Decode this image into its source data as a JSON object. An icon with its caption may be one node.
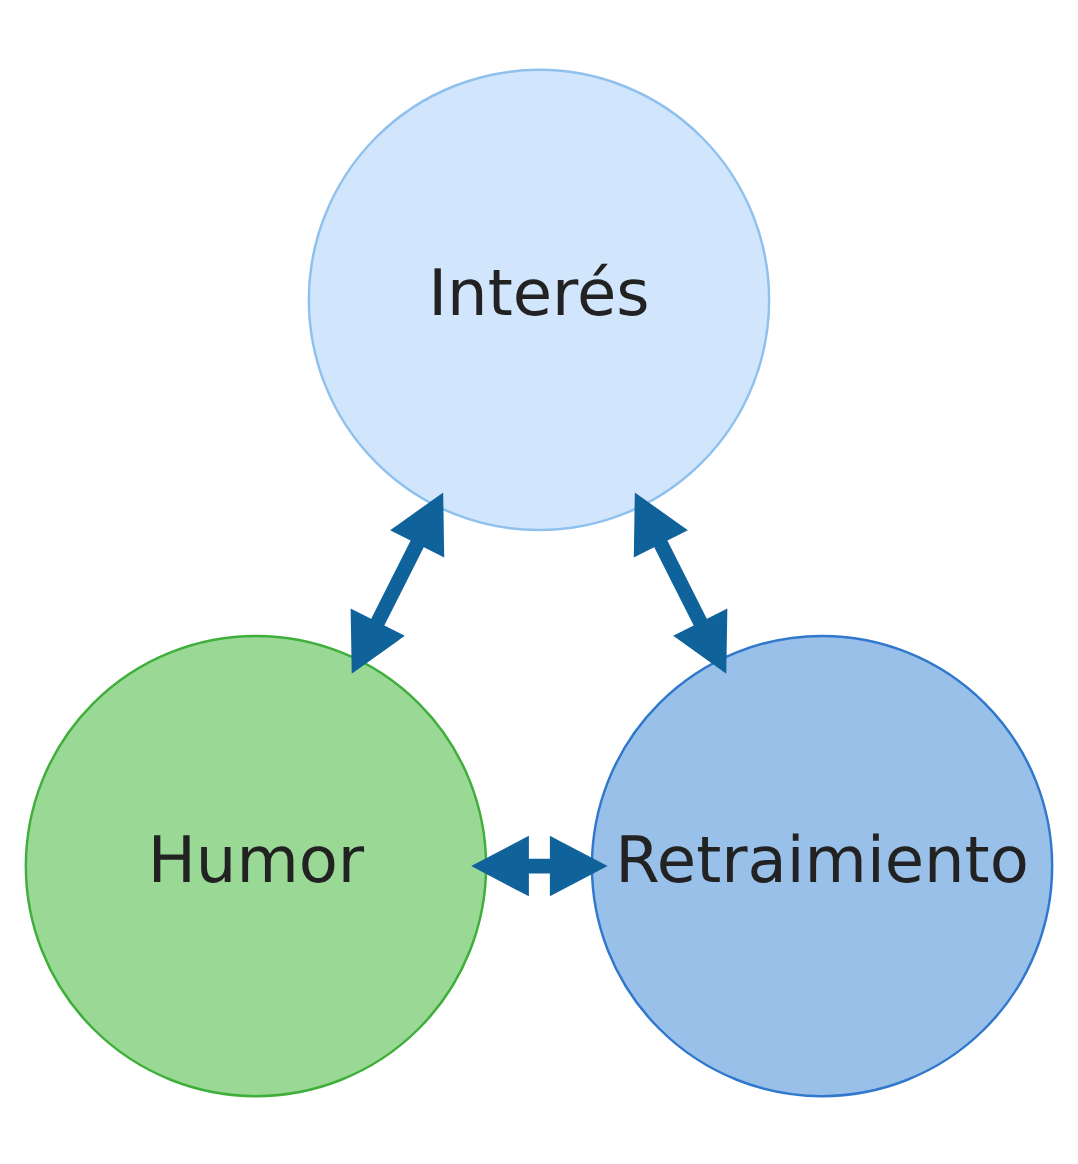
{
  "diagram": {
    "nodes": [
      {
        "text": [
          "Interés"
        ]
      },
      {
        "text": [
          "Humor"
        ]
      },
      {
        "text": [
          "Retraimiento"
        ]
      }
    ],
    "edges": [
      {
        "from": 0,
        "to": 1,
        "arrow": "both"
      },
      {
        "from": 0,
        "to": 2,
        "arrow": "both"
      },
      {
        "from": 1,
        "to": 2,
        "arrow": "both"
      }
    ]
  }
}
